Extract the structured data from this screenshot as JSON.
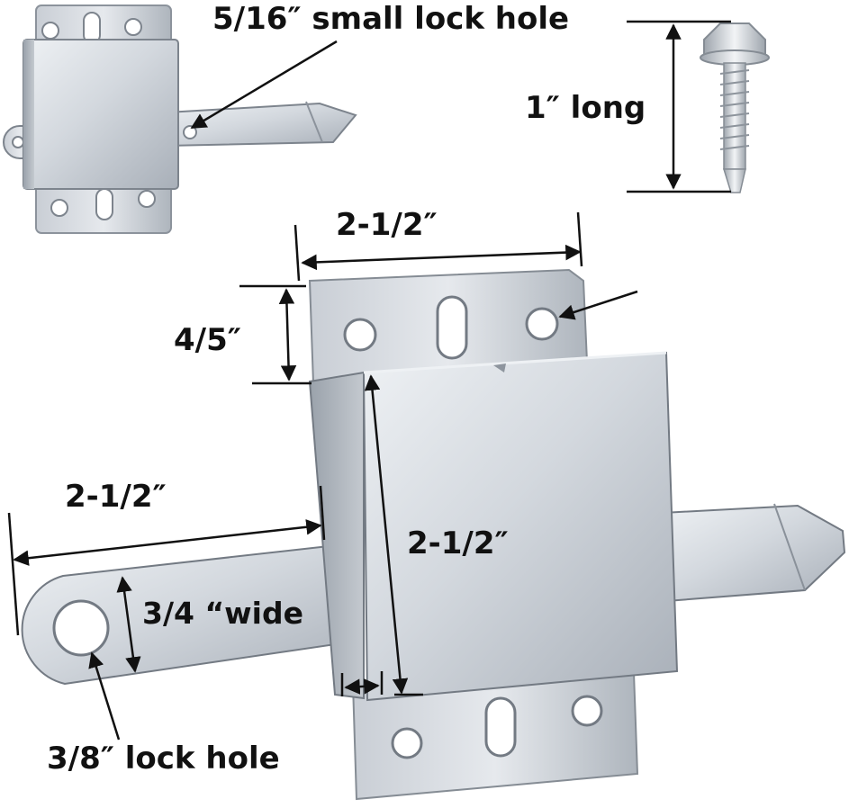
{
  "labels": {
    "small_lock_hole": "5/16″ small lock hole",
    "screw_length": "1″ long",
    "top_plate_width": "2-1/2″",
    "top_plate_height": "4/5″",
    "bolt_length": "2-1/2″",
    "body_height": "2-1/2″",
    "bolt_width": "3/4 “wide",
    "bolt_lock_hole": "3/8″ lock hole"
  },
  "colors": {
    "background": "#ffffff",
    "text": "#111111",
    "dimension_line": "#111111",
    "metal_light": "#dfe3e8",
    "metal_mid": "#b9bfc7",
    "metal_dark": "#7f8791"
  }
}
